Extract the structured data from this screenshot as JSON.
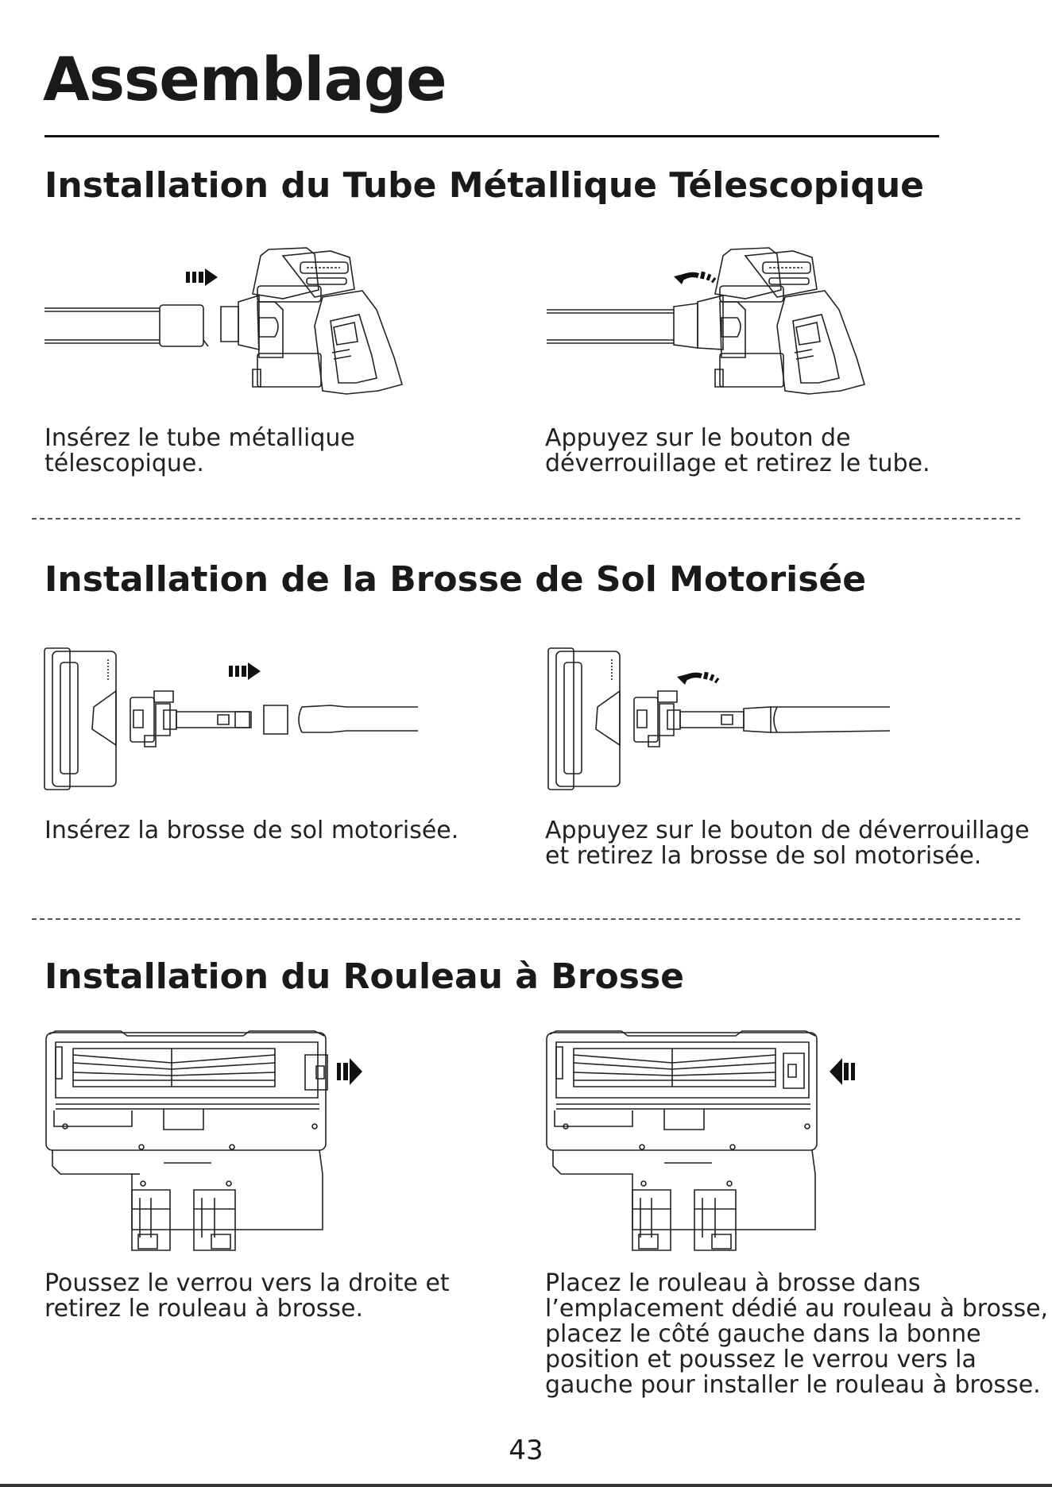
{
  "page_title": "Assemblage",
  "sections": [
    {
      "heading": "Installation du Tube Métallique Télescopique",
      "steps": [
        {
          "lines": [
            "Insérez le tube métallique",
            "télescopique."
          ]
        },
        {
          "lines": [
            "Appuyez sur le bouton de",
            "déverrouillage et retirez le tube."
          ]
        }
      ]
    },
    {
      "heading": "Installation de la Brosse de Sol Motorisée",
      "steps": [
        {
          "lines": [
            "Insérez la brosse de sol motorisée."
          ]
        },
        {
          "lines": [
            "Appuyez sur le bouton de déverrouillage",
            "et retirez la brosse de sol motorisée."
          ]
        }
      ]
    },
    {
      "heading": "Installation du Rouleau à Brosse",
      "steps": [
        {
          "lines": [
            "Poussez le verrou vers la droite et",
            "retirez le rouleau à brosse."
          ]
        },
        {
          "lines": [
            "Placez le rouleau à brosse dans",
            "l’emplacement dédié au rouleau à brosse,",
            "placez le côté gauche dans la bonne",
            "position et poussez le verrou vers la",
            "gauche pour installer le rouleau à brosse."
          ]
        }
      ]
    }
  ],
  "page_number": "43",
  "icons": [
    "push-arrow-right-icon",
    "release-arrow-curved-icon",
    "push-arrow-left-icon"
  ]
}
